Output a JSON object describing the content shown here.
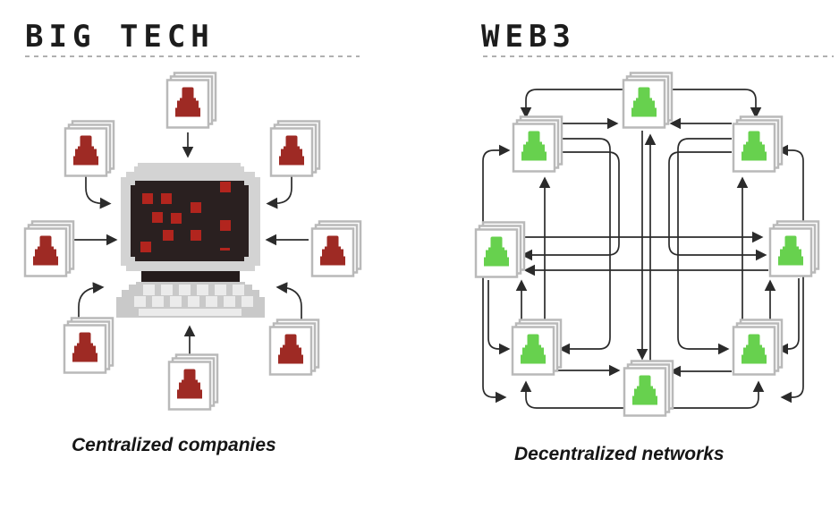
{
  "left_panel": {
    "title": "BIG TECH",
    "caption": "Centralized companies",
    "network_type": "centralized",
    "hub_icon": "retro-computer-icon",
    "user_icon": "user-card-icon",
    "user_count": 8,
    "user_color": "#9e2a24",
    "flow": "all users point inward to a single central computer"
  },
  "right_panel": {
    "title": "WEB3",
    "caption": "Decentralized networks",
    "network_type": "decentralized",
    "user_icon": "user-card-icon",
    "user_count": 8,
    "user_color": "#67d14e",
    "flow": "users point to each other in a peer-to-peer mesh"
  },
  "colors": {
    "background": "#ffffff",
    "arrow": "#2b2b2b",
    "card_border": "#b9b9b9",
    "card_fill": "#ffffff",
    "monitor_body": "#d3d3d3",
    "monitor_screen": "#2a2020",
    "screen_pixels": "#b2251e",
    "keyboard": "#c9c9c9",
    "divider": "#b0b0b0",
    "text": "#1c1c1c"
  }
}
